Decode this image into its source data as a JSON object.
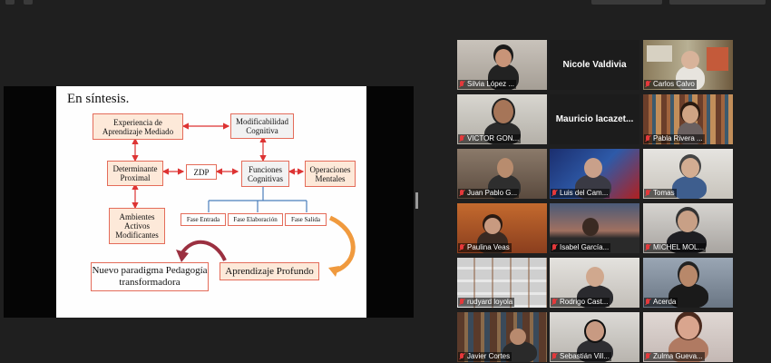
{
  "slide": {
    "title": "En síntesis.",
    "boxes": {
      "experiencia": "Experiencia de Aprendizaje Mediado",
      "modificabilidad": "Modificabilidad Cognitiva",
      "determinante": "Determinante Proximal",
      "zdp": "ZDP",
      "funciones": "Funciones Cognitivas",
      "operaciones": "Operaciones Mentales",
      "fase_entrada": "Fase Entrada",
      "fase_elaboracion": "Fase Elaboración",
      "fase_salida": "Fase Salida",
      "ambientes": "Ambientes Activos Modificantes",
      "nuevo": "Nuevo paradigma Pedagogía transformadora",
      "aprendizaje": "Aprendizaje Profundo"
    }
  },
  "participants": [
    {
      "name": "Silvia López ...",
      "muted": true
    },
    {
      "name": "Nicole Valdivia",
      "video": false
    },
    {
      "name": "Carlos Calvo",
      "muted": true,
      "speaking": true
    },
    {
      "name": "VICTOR GON...",
      "muted": true
    },
    {
      "name": "Mauricio lacazet...",
      "video": false
    },
    {
      "name": "Pabla Rivera ...",
      "muted": true
    },
    {
      "name": "Juan Pablo G...",
      "muted": true
    },
    {
      "name": "Luis del Cam...",
      "muted": true
    },
    {
      "name": "Tomas",
      "muted": true
    },
    {
      "name": "Paulina Veas",
      "muted": true
    },
    {
      "name": "Isabel García...",
      "muted": true
    },
    {
      "name": "MICHEL MOL...",
      "muted": true
    },
    {
      "name": "rudyard loyola",
      "muted": true
    },
    {
      "name": "Rodrigo Cast...",
      "muted": true
    },
    {
      "name": "Acerda",
      "muted": true
    },
    {
      "name": "Javier Cortes",
      "muted": true
    },
    {
      "name": "Sebastián Vill...",
      "muted": true
    },
    {
      "name": "Zulma Gueva...",
      "muted": true
    }
  ],
  "colors": {
    "speaking_border": "#d9d93a",
    "muted_icon": "#e5393b",
    "box_border": "#e46c5a"
  }
}
